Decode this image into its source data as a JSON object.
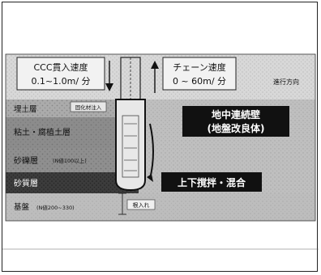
{
  "diagram": {
    "speed_box_left": {
      "line1": "CCC貫入速度",
      "line2": "0.1~1.0m/ 分"
    },
    "speed_box_right": {
      "line1": "チェーン速度",
      "line2": "0 ~ 60m/ 分"
    },
    "direction_label": "進行方向",
    "soil_layers": [
      {
        "name": "埋土層",
        "note": "固化材注入"
      },
      {
        "name": "粘土・腐植土層",
        "note": ""
      },
      {
        "name": "砂礫層",
        "note": "(N値100以上)"
      },
      {
        "name": "砂質層",
        "note": ""
      },
      {
        "name": "基盤",
        "note": "(N値200~330)"
      }
    ],
    "wall_label": {
      "line1": "地中連続壁",
      "line2": "(地盤改良体)"
    },
    "mix_label": "上下撹拌・混合",
    "embed_label": "根入れ",
    "colors": {
      "sky": "#d8d8d8",
      "fill_soil": "#ababab",
      "clay_soil": "#8c8c8c",
      "gravel_soil": "#8f8f8f",
      "sand_soil": "#3c3c3c",
      "bedrock": "#bdbdbd",
      "wall_block": "#bfbfbf",
      "label_dark": "#111111"
    }
  }
}
